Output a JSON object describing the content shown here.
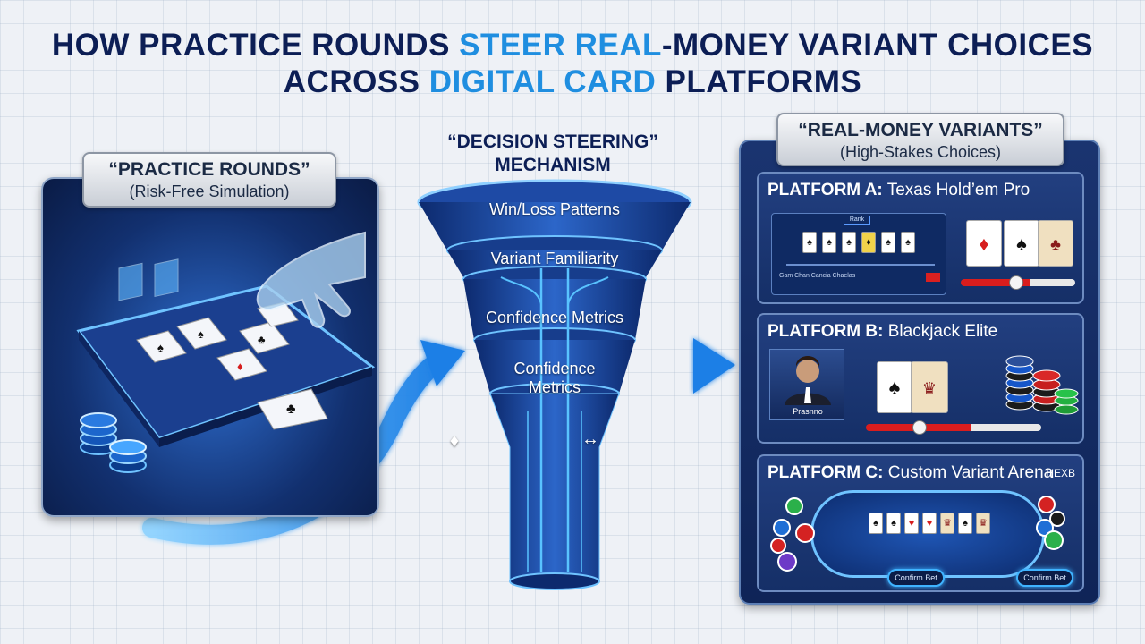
{
  "title": {
    "line1_a": "HOW PRACTICE ROUNDS ",
    "line1_b": "STEER REAL",
    "line1_c": "-MONEY VARIANT CHOICES",
    "line2_a": "ACROSS ",
    "line2_b": "DIGITAL CARD",
    "line2_c": " PLATFORMS"
  },
  "practice": {
    "title": "“PRACTICE ROUNDS”",
    "subtitle": "(Risk-Free Simulation)"
  },
  "mechanism": {
    "title_line1": "“DECISION STEERING”",
    "title_line2": "MECHANISM",
    "layers": [
      "Win/Loss Patterns",
      "Variant Familiarity",
      "Confidence Metrics",
      "Confidence",
      "Metrics"
    ],
    "symbols": [
      "♦",
      "↔"
    ]
  },
  "variants": {
    "title": "“REAL-MONEY VARIANTS”",
    "subtitle": "(High-Stakes Choices)",
    "platform_a": {
      "title_bold": "PLATFORM A:",
      "title_rest": " Texas Hold’em Pro",
      "tag": "Rank",
      "status": "Gam Chan Cancia Chaelas"
    },
    "platform_b": {
      "title_bold": "PLATFORM B:",
      "title_rest": " Blackjack Elite",
      "dealer_label": "Prasnno"
    },
    "platform_c": {
      "title_bold": "PLATFORM C:",
      "title_rest": " Custom Variant Arena",
      "corner": "HEXB",
      "confirm_1": "Confirm Bet",
      "confirm_2": "Confirm Bet"
    }
  },
  "colors": {
    "title_dark": "#0c1e55",
    "title_accent": "#1f8ee0",
    "glow_blue": "#3fb3ff",
    "panel_navy": "#12306f"
  },
  "icons": [
    "hand-icon",
    "poker-chip-icon",
    "playing-card-icon",
    "flow-arrow-icon",
    "funnel-icon",
    "dealer-avatar-icon"
  ]
}
